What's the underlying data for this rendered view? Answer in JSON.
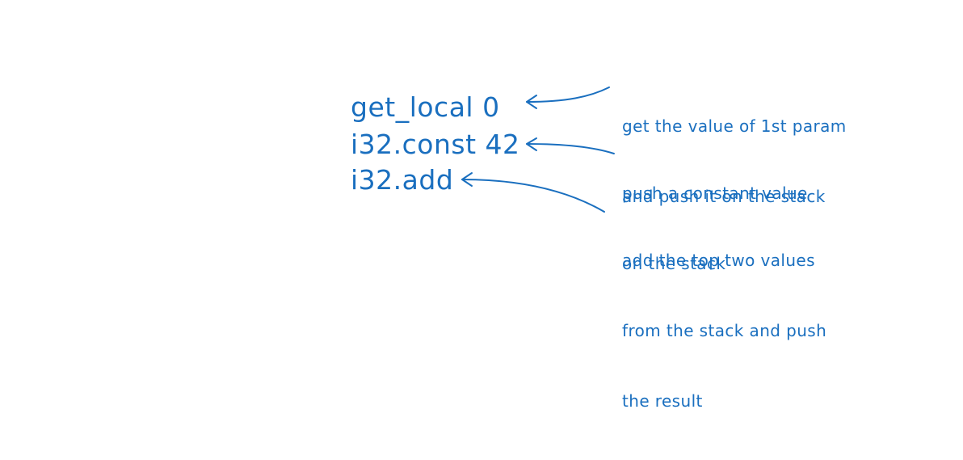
{
  "code": {
    "line1": "get_local 0",
    "line2": "i32.const 42",
    "line3": "i32.add"
  },
  "notes": {
    "note1": [
      "get the value of 1st param",
      "and push it on the stack"
    ],
    "note2": [
      "push a constant value",
      "on the stack"
    ],
    "note3": [
      "add the top two values",
      "from the stack and push",
      "the result"
    ]
  },
  "colors": {
    "ink": "#1a6fbf",
    "background": "#ffffff"
  }
}
